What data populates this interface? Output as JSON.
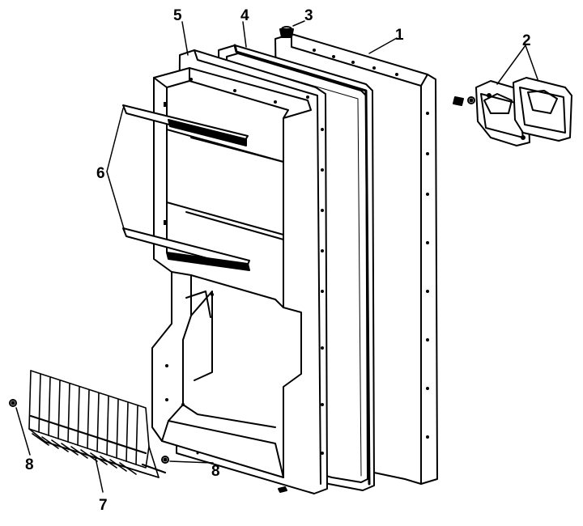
{
  "callouts": {
    "c1": "1",
    "c2": "2",
    "c3": "3",
    "c4": "4",
    "c5": "5",
    "c6": "6",
    "c7": "7",
    "c8a": "8",
    "c8b": "8"
  },
  "colors": {
    "ink": "#000000",
    "paper": "#ffffff"
  }
}
